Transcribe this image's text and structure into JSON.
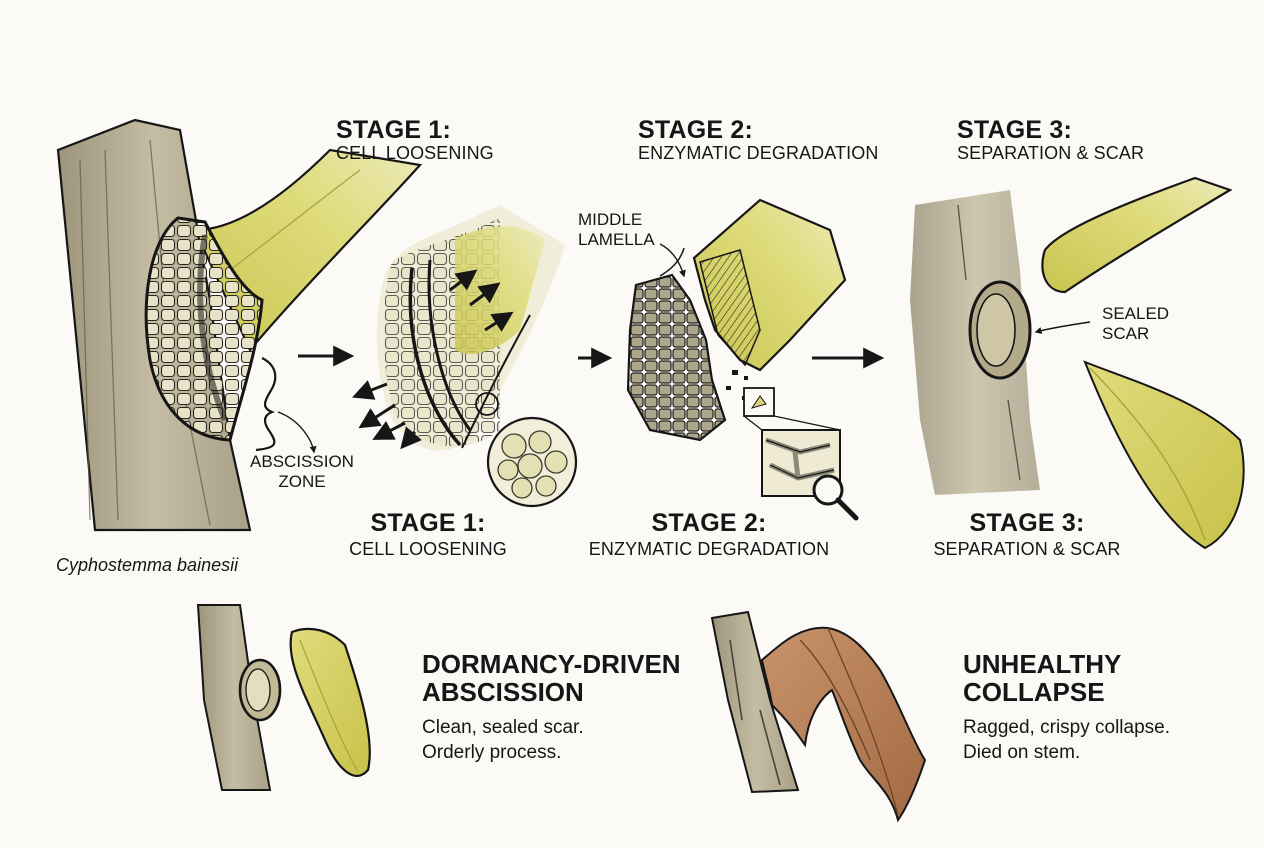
{
  "top_stages": [
    {
      "title": "STAGE 1:",
      "subtitle": "CELL LOOSENING"
    },
    {
      "title": "STAGE 2:",
      "subtitle": "ENZYMATIC DEGRADATION"
    },
    {
      "title": "STAGE 3:",
      "subtitle": "SEPARATION & SCAR"
    }
  ],
  "bottom_stages": [
    {
      "title": "STAGE 1:",
      "subtitle": "CELL LOOSENING"
    },
    {
      "title": "STAGE 2:",
      "subtitle": "ENZYMATIC DEGRADATION"
    },
    {
      "title": "STAGE 3:",
      "subtitle": "SEPARATION & SCAR"
    }
  ],
  "labels": {
    "abscission_zone": [
      "ABSCISSION",
      "ZONE"
    ],
    "middle_lamella": [
      "MIDDLE",
      "LAMELLA"
    ],
    "sealed_scar": [
      "SEALED",
      "SCAR"
    ]
  },
  "species": "Cyphostemma bainesii",
  "cases": [
    {
      "title_lines": [
        "DORMANCY-DRIVEN",
        "ABSCISSION"
      ],
      "desc_lines": [
        "Clean, sealed scar.",
        "Orderly process."
      ]
    },
    {
      "title_lines": [
        "UNHEALTHY",
        "COLLAPSE"
      ],
      "desc_lines": [
        "Ragged, crispy collapse.",
        "Died on stem."
      ]
    }
  ],
  "colors": {
    "stem": "#b6ae94",
    "stem_dark": "#8c846c",
    "petiole": "#d3d05a",
    "petiole_light": "#e6e39a",
    "leaf": "#d4d064",
    "dead_leaf": "#b67e57",
    "ink": "#161616"
  },
  "icons": [
    "arrow-right-icon",
    "magnifier-icon",
    "bracket-icon"
  ]
}
